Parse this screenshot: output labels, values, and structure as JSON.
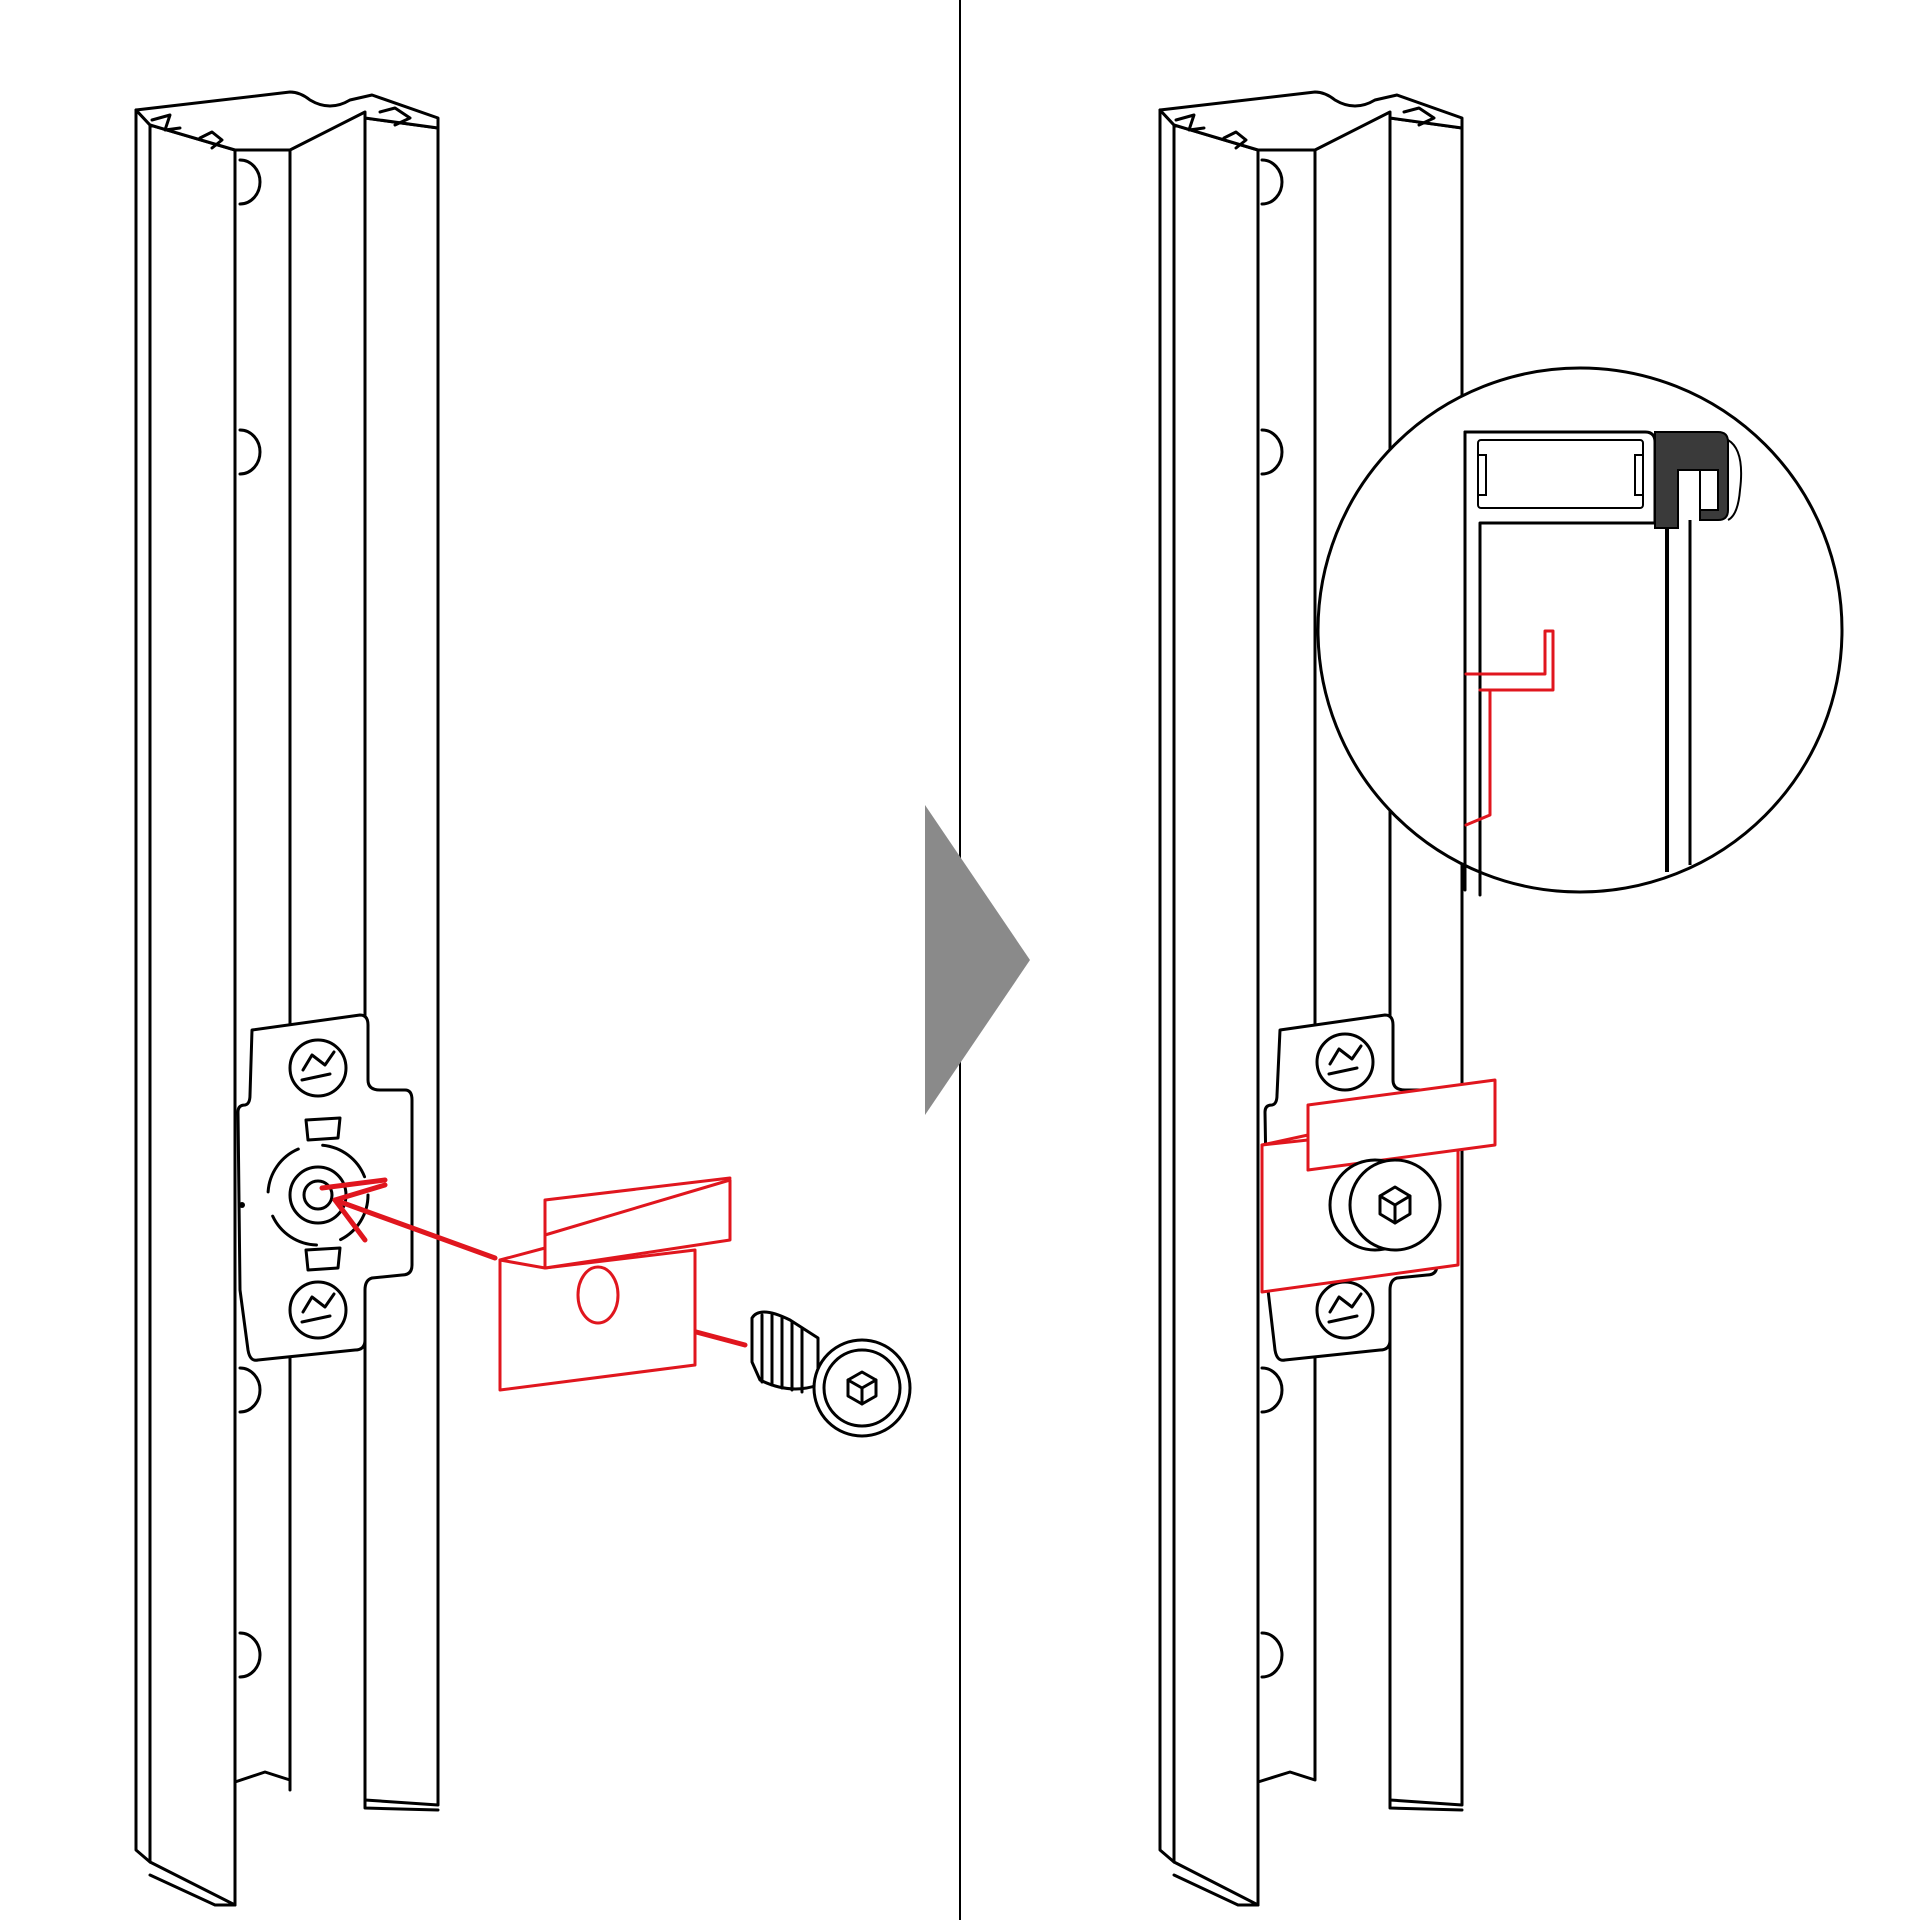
{
  "figure": {
    "panels": [
      {
        "id": "before",
        "description_hidden": true
      },
      {
        "id": "after",
        "description_hidden": true
      }
    ],
    "step_arrow": {
      "icon": "right-triangle-arrow"
    },
    "colors": {
      "line": "#000000",
      "highlight": "#e0161e",
      "arrow": "#8a8a8a",
      "background": "#ffffff",
      "seal": "#3a3a3a"
    },
    "icons": [
      "aluminium-profile-icon",
      "mounting-plate-icon",
      "bracket-icon",
      "hex-socket-screw-icon",
      "detail-magnifier-icon"
    ]
  }
}
